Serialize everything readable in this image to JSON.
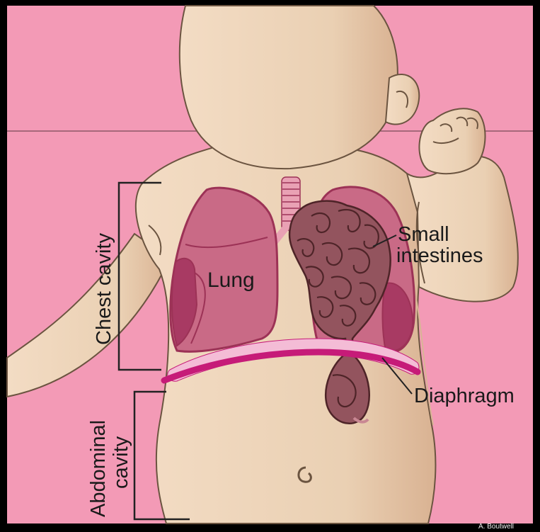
{
  "labels": {
    "lung": "Lung",
    "small_intestines_line1": "Small",
    "small_intestines_line2": "intestines",
    "diaphragm": "Diaphragm",
    "chest_cavity": "Chest cavity",
    "abdominal_line1": "Abdominal",
    "abdominal_line2": "cavity",
    "credit": "A. Boutwell"
  },
  "colors": {
    "background": "#f39ab6",
    "skin": "#edd0b4",
    "skin_shadow": "#d8b595",
    "outline": "#6b5440",
    "lung_fill": "#c96a86",
    "lung_dark": "#a83a63",
    "lung_edge": "#9c3256",
    "intestine_fill": "#93545e",
    "intestine_edge": "#4e2428",
    "diaphragm_light": "#f4bcd6",
    "diaphragm_dark": "#c61b78",
    "trachea": "#e9a1b4"
  }
}
